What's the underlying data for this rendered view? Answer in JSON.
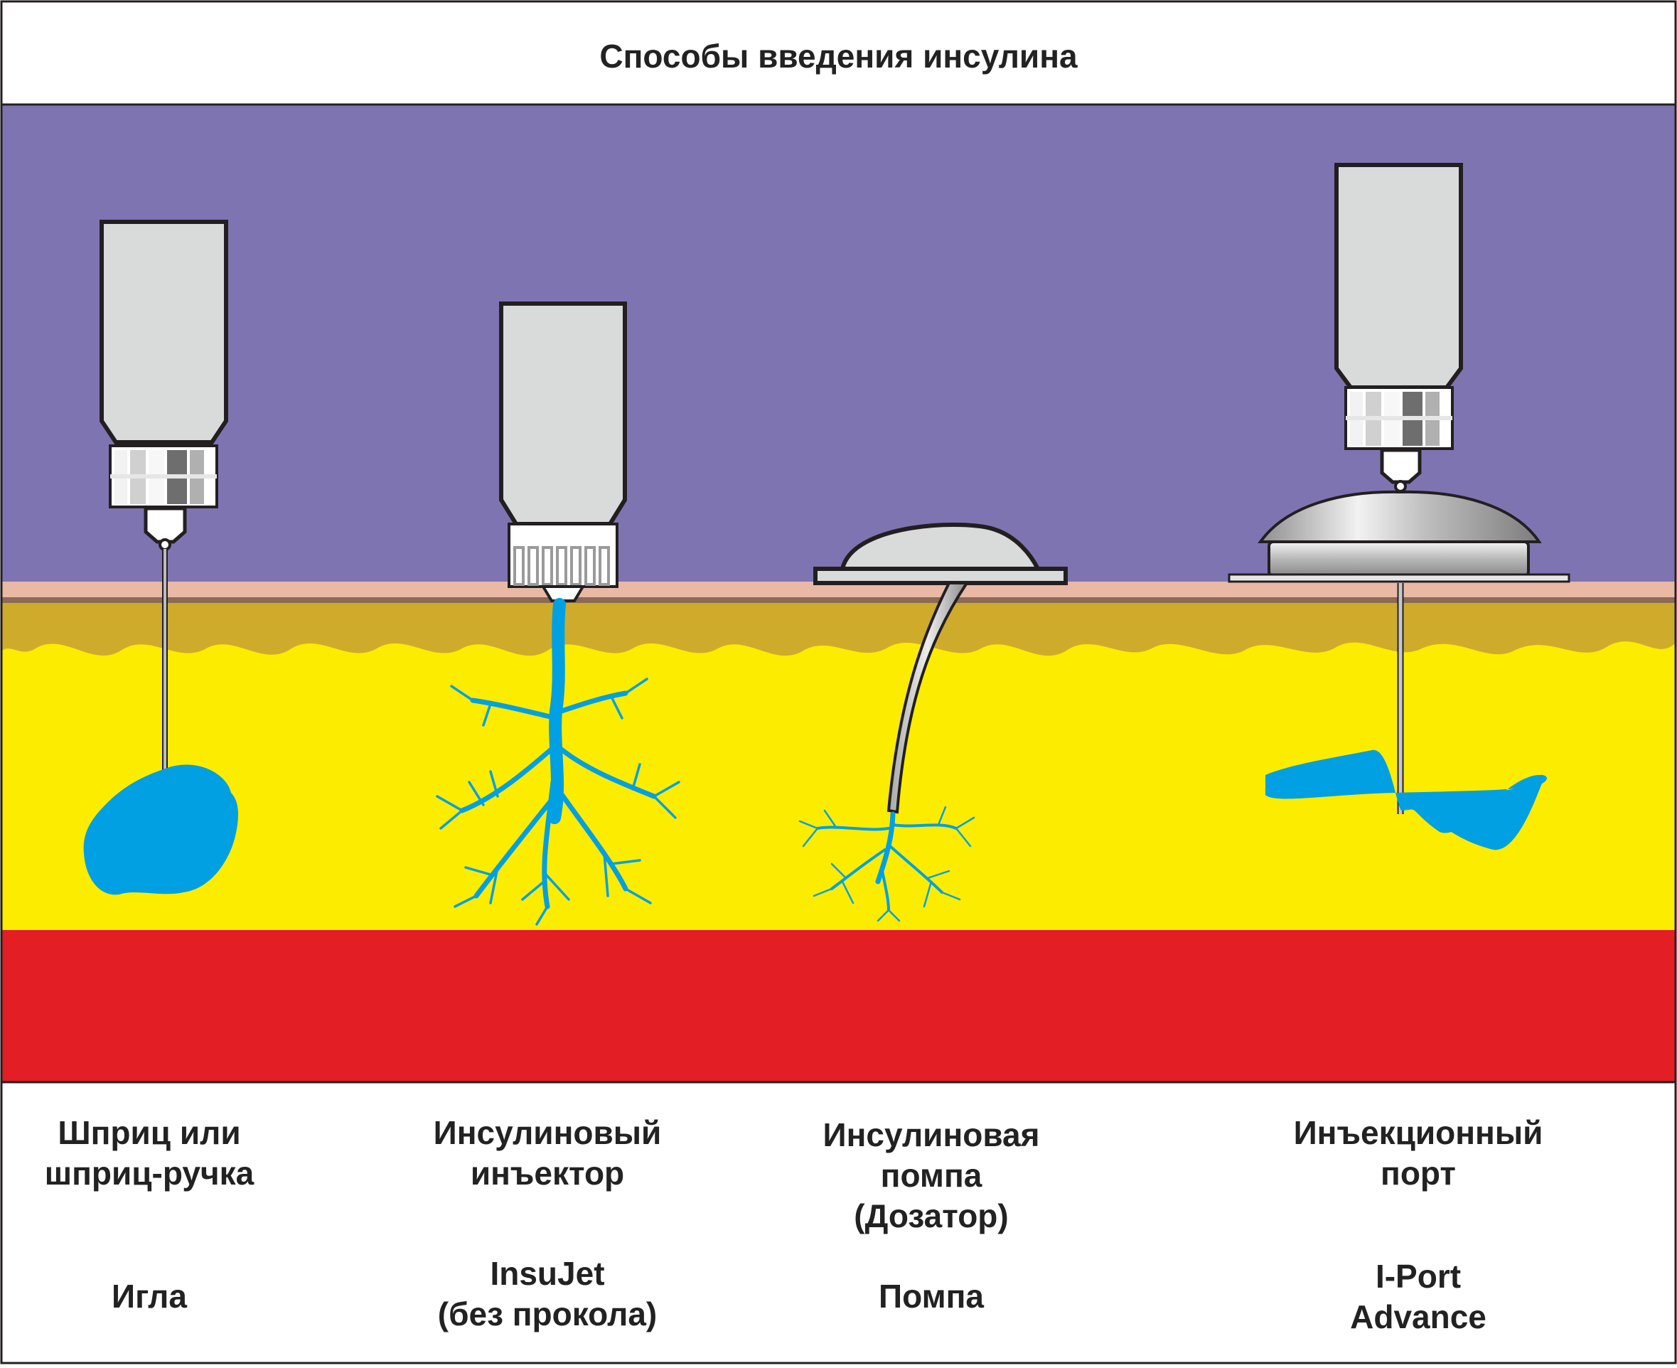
{
  "title": "Способы введения инсулина",
  "methods": [
    {
      "name_lines": [
        "Шприц или",
        "шприц-ручка"
      ],
      "device_lines": [
        "Игла"
      ]
    },
    {
      "name_lines": [
        "Инсулиновый",
        "инъектор"
      ],
      "device_lines": [
        "InsuJet",
        "(без прокола)"
      ]
    },
    {
      "name_lines": [
        "Инсулиновая",
        "помпа",
        "(Дозатор)"
      ],
      "device_lines": [
        "Помпа"
      ]
    },
    {
      "name_lines": [
        "Инъекционный",
        "порт"
      ],
      "device_lines": [
        "I-Port",
        "Advance"
      ]
    }
  ],
  "colors": {
    "air": "#7f74b2",
    "skin": "#e9b9a5",
    "dermis": "#cfab2c",
    "fat": "#fcec00",
    "muscle": "#e31e24",
    "insulin": "#00a0e3",
    "device_gray": "#d9d9d9"
  }
}
